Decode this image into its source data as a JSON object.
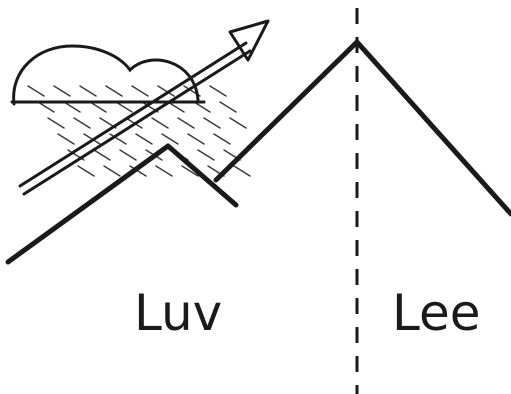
{
  "labels": {
    "windward": "Luv",
    "leeward": "Lee"
  },
  "icons": {
    "cloud": "cloud-icon",
    "rain": "rain-hatching",
    "wind": "wind-arrow-icon"
  },
  "colors": {
    "ink": "#1a1a1a",
    "paper": "#ffffff"
  }
}
